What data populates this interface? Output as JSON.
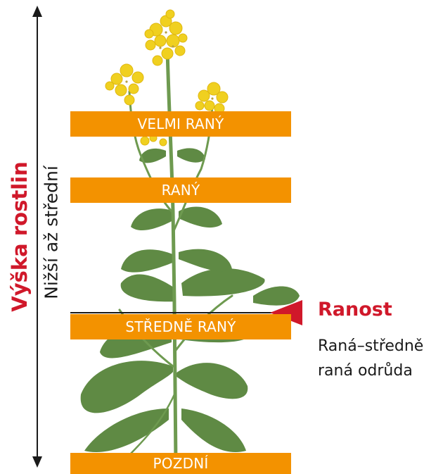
{
  "axis": {
    "title": "Výška rostlin",
    "subtitle": "Nižší až střední"
  },
  "bands": [
    {
      "label": "VELMI RANÝ"
    },
    {
      "label": "RANÝ"
    },
    {
      "label": "STŘEDNĚ RANÝ"
    },
    {
      "label": "POZDNÍ"
    }
  ],
  "indicator": {
    "title": "Ranost",
    "description": "Raná–středně raná odrůda",
    "marker_color": "#d0182a",
    "selected_band": "STŘEDNĚ RANÝ"
  },
  "colors": {
    "band": "#f39200",
    "accent": "#d0182a",
    "plant_stem": "#5f8a44",
    "flower": "#f0d020"
  }
}
